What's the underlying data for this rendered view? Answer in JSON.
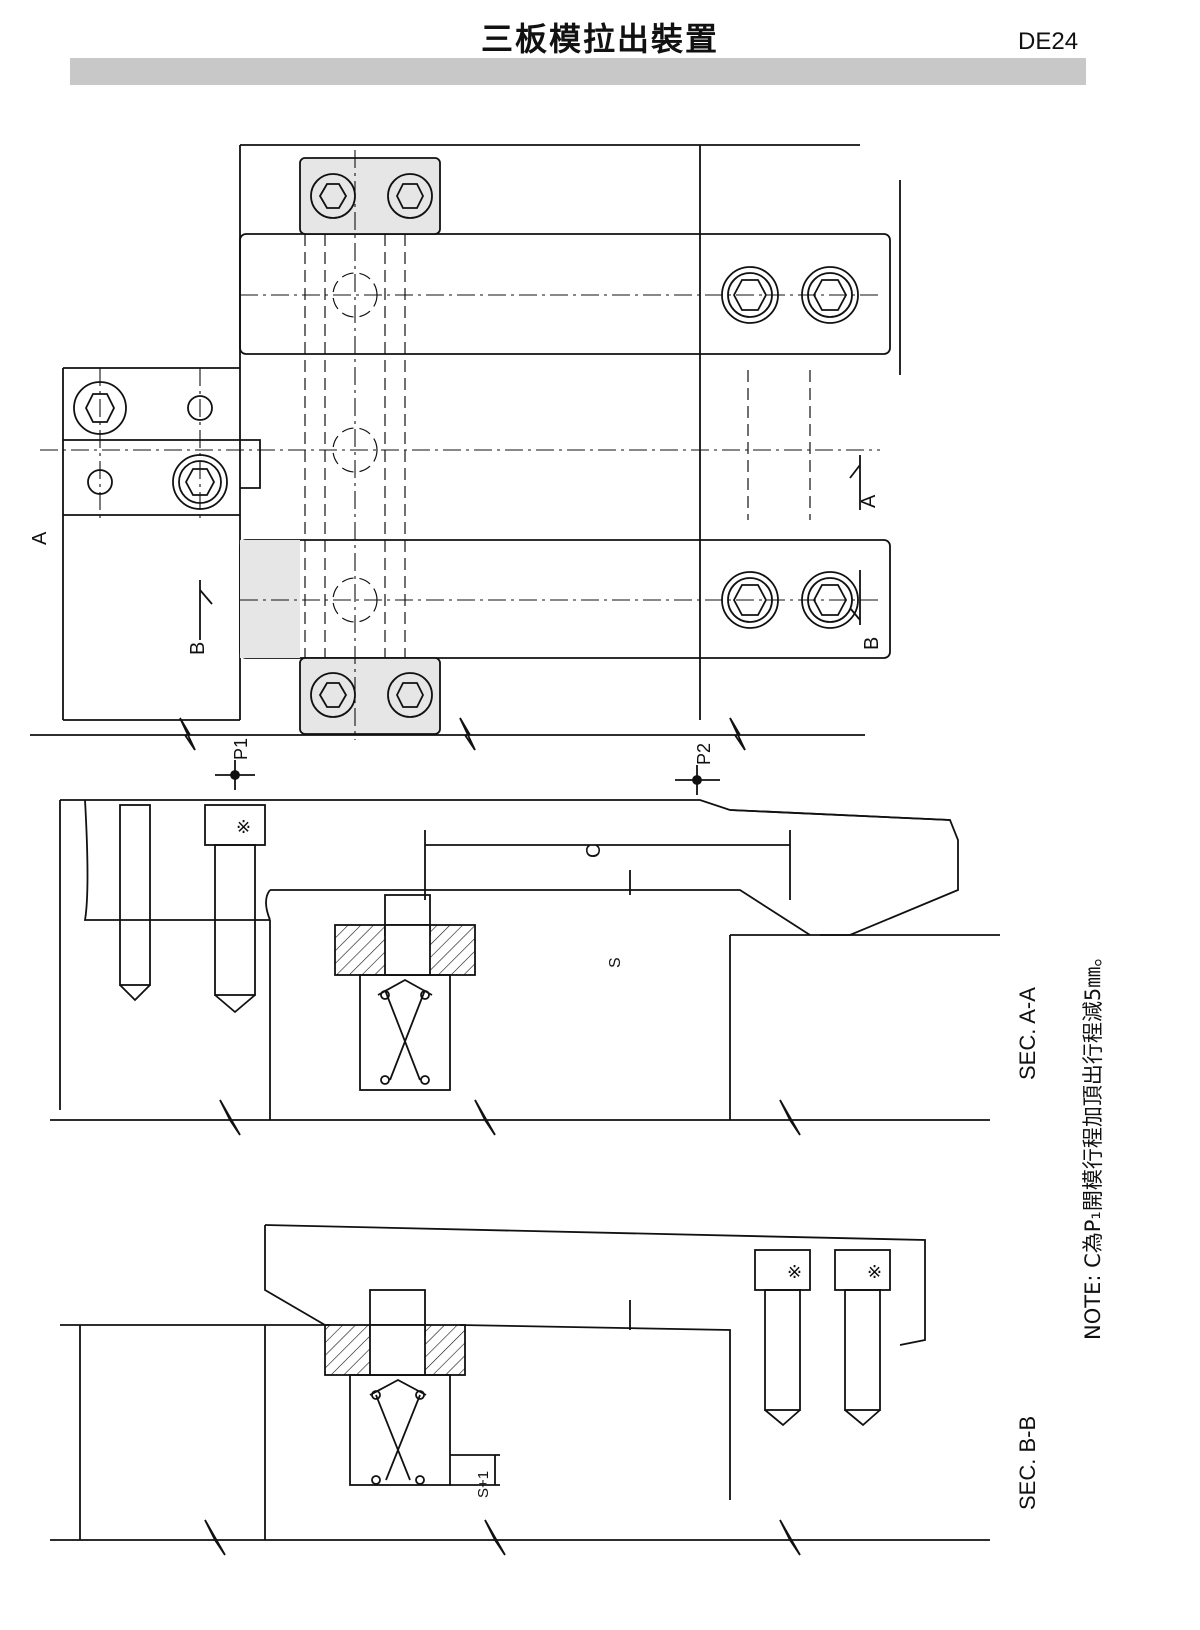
{
  "header": {
    "title": "三板模拉出裝置",
    "code": "DE24"
  },
  "labels": {
    "a_left": "A",
    "a_right": "A",
    "b_left": "B",
    "b_right": "B",
    "p1": "P1",
    "p2": "P2",
    "c": "C",
    "s": "S",
    "s_plus_1": "S+1",
    "mark": "※"
  },
  "sections": {
    "aa": "SEC. A-A",
    "bb": "SEC. B-B"
  },
  "note": "NOTE: C為P₁開模行程加頂出行程減5㎜。"
}
